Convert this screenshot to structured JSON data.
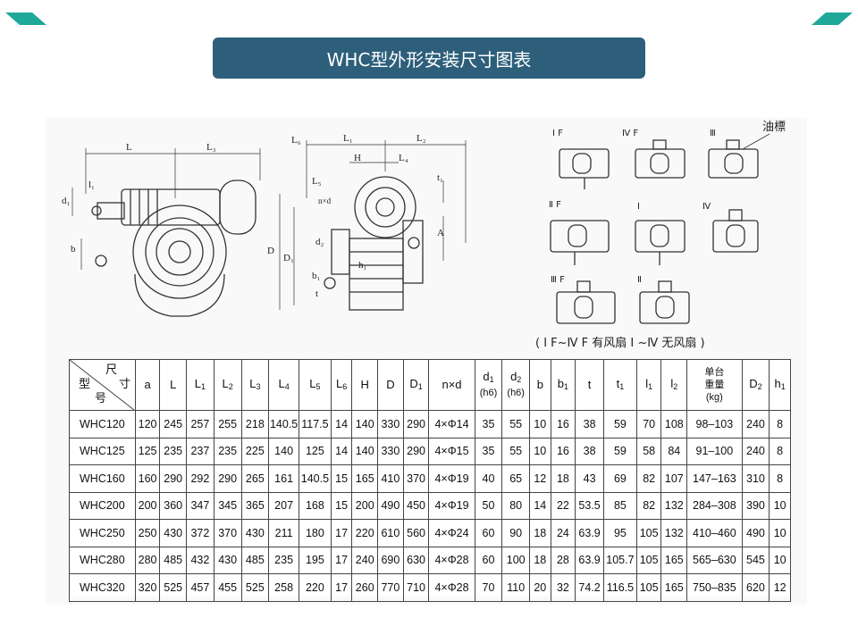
{
  "title": "WHC型外形安装尺寸图表",
  "diagram_labels": {
    "left_view": {
      "L": "L",
      "L3": "L₃",
      "d1": "d₁",
      "l1": "l₁",
      "b": "b"
    },
    "center_view": {
      "L6": "L₆",
      "L1": "L₁",
      "L2": "L₂",
      "H": "H",
      "L4": "L₄",
      "L5": "L₅",
      "A": "A",
      "D": "D",
      "D1": "D₁",
      "d2": "d₂",
      "b1": "b₁",
      "h1": "h₁",
      "nxd": "n×d",
      "t1": "t₁",
      "t": "t"
    },
    "oil_mark": "油標",
    "configs": [
      "Ⅰ F",
      "Ⅳ F",
      "Ⅲ",
      "Ⅱ F",
      "Ⅰ",
      "Ⅳ",
      "Ⅲ F",
      "Ⅱ"
    ],
    "caption": "( Ⅰ F~Ⅳ F 有风扇    Ⅰ ~Ⅳ 无风扇 )"
  },
  "table": {
    "corner": {
      "chi": "尺",
      "cun": "寸",
      "xing": "型",
      "hao": "号"
    },
    "headers": [
      {
        "main": "a"
      },
      {
        "main": "L"
      },
      {
        "main": "L",
        "sub": "1"
      },
      {
        "main": "L",
        "sub": "2"
      },
      {
        "main": "L",
        "sub": "3"
      },
      {
        "main": "L",
        "sub": "4"
      },
      {
        "main": "L",
        "sub": "5"
      },
      {
        "main": "L",
        "sub": "6"
      },
      {
        "main": "H"
      },
      {
        "main": "D"
      },
      {
        "main": "D",
        "sub": "1"
      },
      {
        "main": "n×d"
      },
      {
        "main": "d",
        "sub": "1",
        "extra": "(h6)"
      },
      {
        "main": "d",
        "sub": "2",
        "extra": "(h6)"
      },
      {
        "main": "b"
      },
      {
        "main": "b",
        "sub": "1"
      },
      {
        "main": "t"
      },
      {
        "main": "t",
        "sub": "1"
      },
      {
        "main": "l",
        "sub": "1"
      },
      {
        "main": "l",
        "sub": "2"
      },
      {
        "main": "单台",
        "line2": "重量",
        "line3": "(kg)"
      },
      {
        "main": "D",
        "sub": "2"
      },
      {
        "main": "h",
        "sub": "1"
      }
    ],
    "rows": [
      [
        "WHC120",
        "120",
        "245",
        "257",
        "255",
        "218",
        "140.5",
        "117.5",
        "14",
        "140",
        "330",
        "290",
        "4×Φ14",
        "35",
        "55",
        "10",
        "16",
        "38",
        "59",
        "70",
        "108",
        "98–103",
        "240",
        "8"
      ],
      [
        "WHC125",
        "125",
        "235",
        "237",
        "235",
        "225",
        "140",
        "125",
        "14",
        "140",
        "330",
        "290",
        "4×Φ15",
        "35",
        "55",
        "10",
        "16",
        "38",
        "59",
        "58",
        "84",
        "91–100",
        "240",
        "8"
      ],
      [
        "WHC160",
        "160",
        "290",
        "292",
        "290",
        "265",
        "161",
        "140.5",
        "15",
        "165",
        "410",
        "370",
        "4×Φ19",
        "40",
        "65",
        "12",
        "18",
        "43",
        "69",
        "82",
        "107",
        "147–163",
        "310",
        "8"
      ],
      [
        "WHC200",
        "200",
        "360",
        "347",
        "345",
        "365",
        "207",
        "168",
        "15",
        "200",
        "490",
        "450",
        "4×Φ19",
        "50",
        "80",
        "14",
        "22",
        "53.5",
        "85",
        "82",
        "132",
        "284–308",
        "390",
        "10"
      ],
      [
        "WHC250",
        "250",
        "430",
        "372",
        "370",
        "430",
        "211",
        "180",
        "17",
        "220",
        "610",
        "560",
        "4×Φ24",
        "60",
        "90",
        "18",
        "24",
        "63.9",
        "95",
        "105",
        "132",
        "410–460",
        "490",
        "10"
      ],
      [
        "WHC280",
        "280",
        "485",
        "432",
        "430",
        "485",
        "235",
        "195",
        "17",
        "240",
        "690",
        "630",
        "4×Φ28",
        "60",
        "100",
        "18",
        "28",
        "63.9",
        "105.7",
        "105",
        "165",
        "565–630",
        "545",
        "10"
      ],
      [
        "WHC320",
        "320",
        "525",
        "457",
        "455",
        "525",
        "258",
        "220",
        "17",
        "260",
        "770",
        "710",
        "4×Φ28",
        "70",
        "110",
        "20",
        "32",
        "74.2",
        "116.5",
        "105",
        "165",
        "750–835",
        "620",
        "12"
      ]
    ]
  }
}
